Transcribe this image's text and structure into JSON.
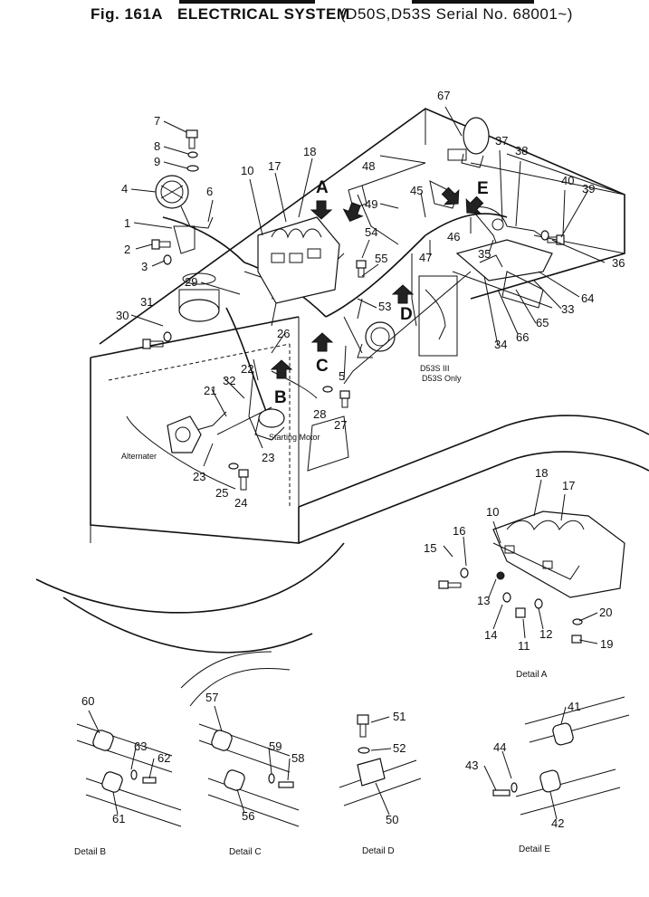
{
  "header": {
    "fig_label": "Fig. 161A",
    "title": "ELECTRICAL SYSTEM",
    "applicability": "(D50S,D53S Serial No. 68001~)"
  },
  "callouts": [
    "1",
    "2",
    "3",
    "4",
    "5",
    "6",
    "7",
    "8",
    "9",
    "10",
    "11",
    "12",
    "13",
    "14",
    "15",
    "16",
    "17",
    "18",
    "19",
    "20",
    "21",
    "22",
    "23",
    "24",
    "25",
    "26",
    "27",
    "28",
    "29",
    "30",
    "31",
    "32",
    "33",
    "34",
    "35",
    "36",
    "37",
    "38",
    "39",
    "40",
    "41",
    "42",
    "43",
    "44",
    "45",
    "46",
    "47",
    "48",
    "49",
    "50",
    "51",
    "52",
    "53",
    "54",
    "55",
    "56",
    "57",
    "58",
    "59",
    "60",
    "61",
    "62",
    "63",
    "64",
    "65",
    "66",
    "67"
  ],
  "view_letters": [
    "A",
    "B",
    "C",
    "D",
    "E"
  ],
  "labels": {
    "alternator": "Alternater",
    "starting_motor": "Starting Motor",
    "d53s_note_1": "D53S III",
    "d53s_note_2": "D53S Only"
  },
  "details": {
    "a": "Detail A",
    "b": "Detail B",
    "c": "Detail C",
    "d": "Detail D",
    "e": "Detail E"
  },
  "colors": {
    "ink": "#111111",
    "paper": "#ffffff"
  }
}
